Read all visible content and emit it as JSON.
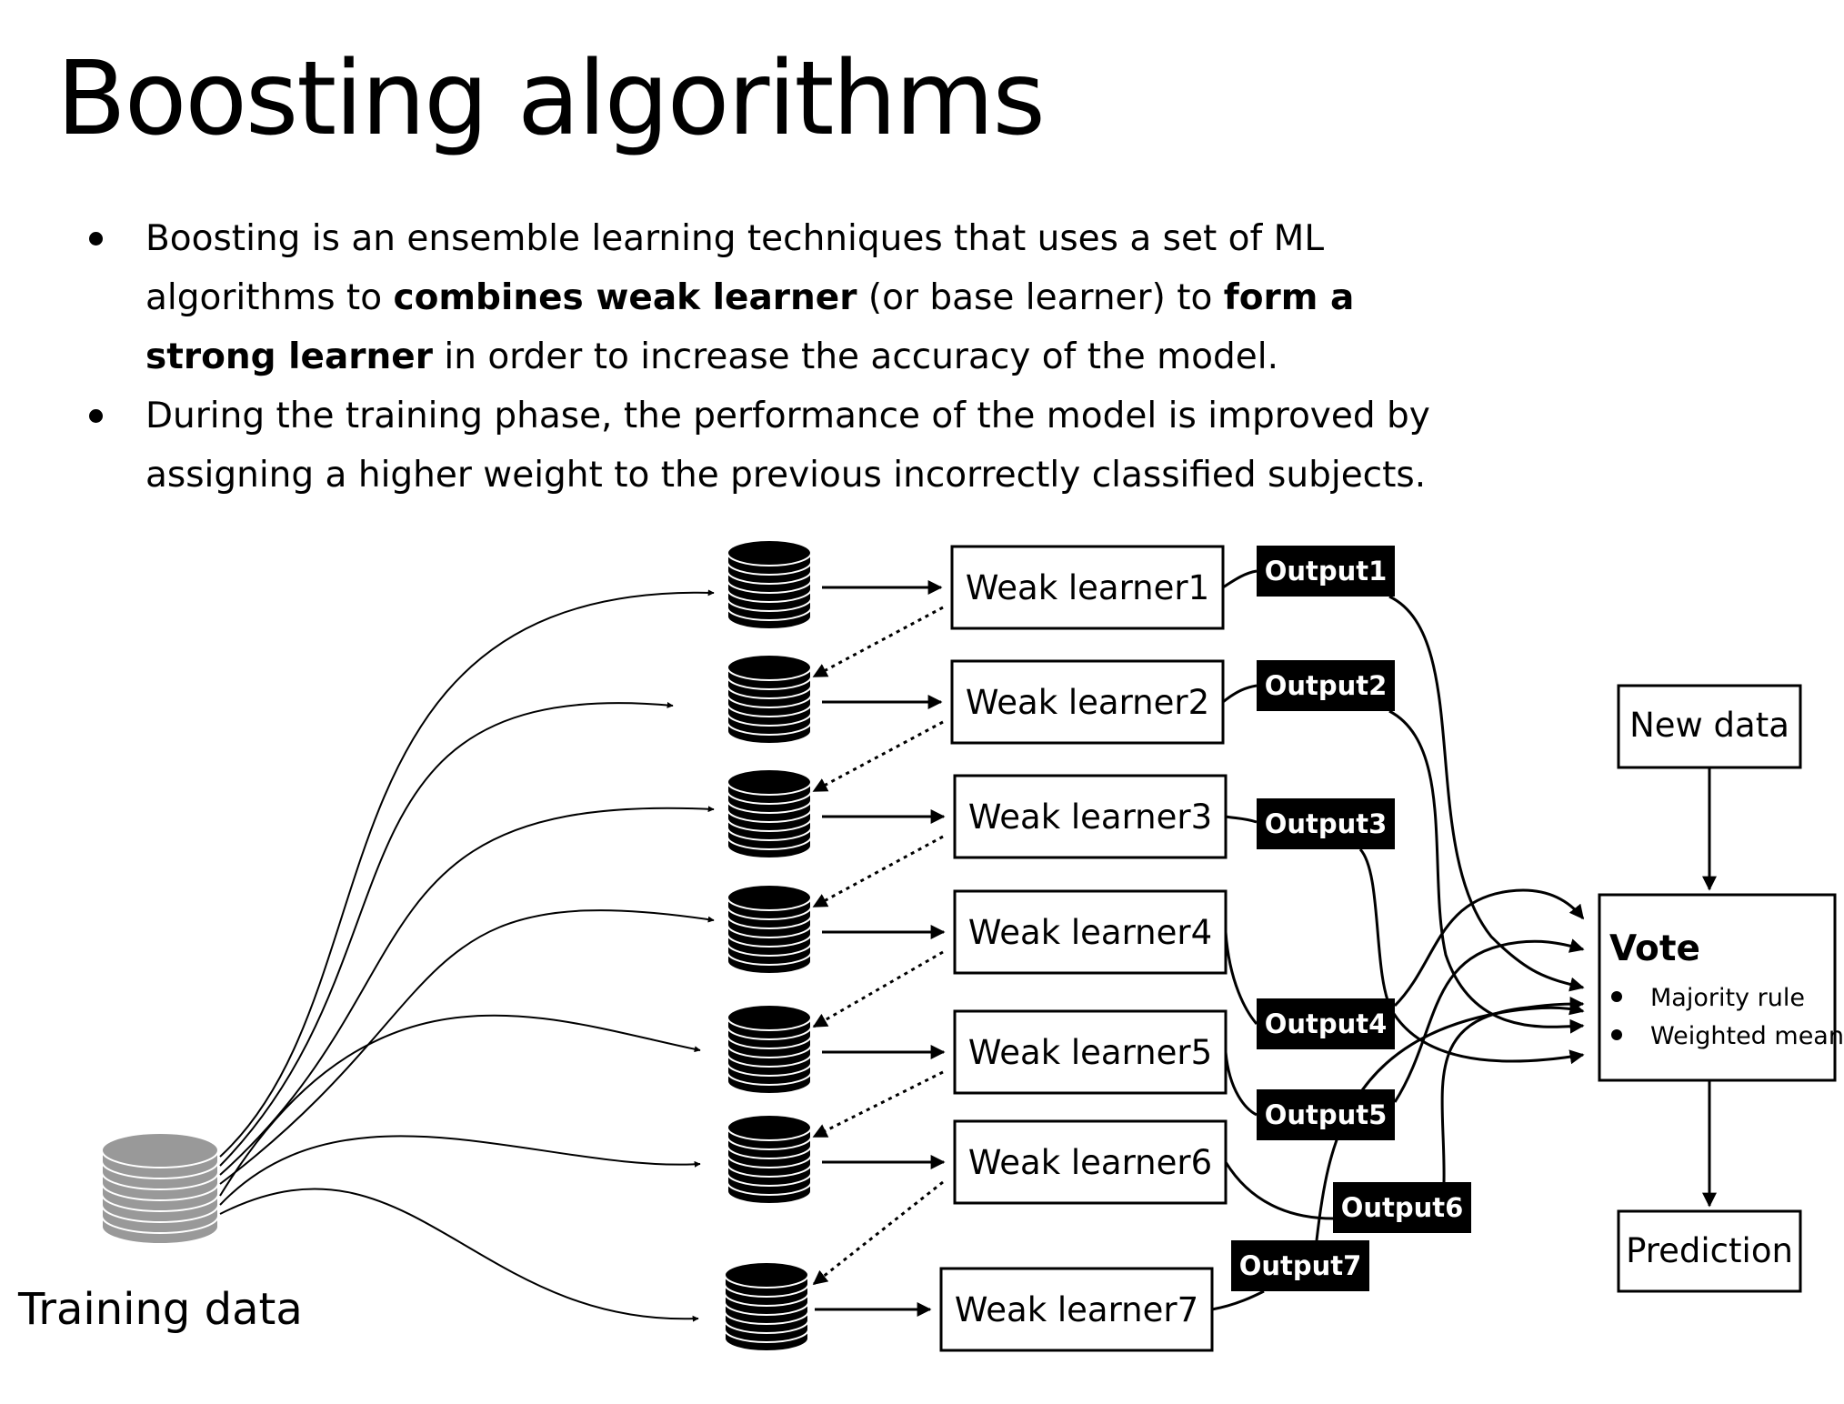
{
  "title": "Boosting algorithms",
  "bullets": [
    [
      {
        "text": "Boosting is an ensemble learning techniques that uses a set of ML algorithms to ",
        "bold": false
      },
      {
        "text": "combines weak learner",
        "bold": true
      },
      {
        "text": " (or base learner) to ",
        "bold": false
      },
      {
        "text": "form a strong learner",
        "bold": true
      },
      {
        "text": " in order to increase the accuracy of the model.",
        "bold": false
      }
    ],
    [
      {
        "text": "During the training phase, the performance of the model is improved by assigning a higher weight to the previous incorrectly classified subjects.",
        "bold": false
      }
    ]
  ],
  "diagram": {
    "training_data_label": "Training data",
    "weak_learners": [
      "Weak learner1",
      "Weak learner2",
      "Weak learner3",
      "Weak learner4",
      "Weak learner5",
      "Weak learner6",
      "Weak learner7"
    ],
    "outputs": [
      "Output1",
      "Output2",
      "Output3",
      "Output4",
      "Output5",
      "Output6",
      "Output7"
    ],
    "new_data_label": "New data",
    "vote_title": "Vote",
    "vote_items": [
      "Majority rule",
      "Weighted mean"
    ],
    "prediction_label": "Prediction",
    "colors": {
      "stroke": "#000000",
      "training_db": "#999999",
      "output_bg": "#000000",
      "output_text": "#ffffff"
    }
  }
}
